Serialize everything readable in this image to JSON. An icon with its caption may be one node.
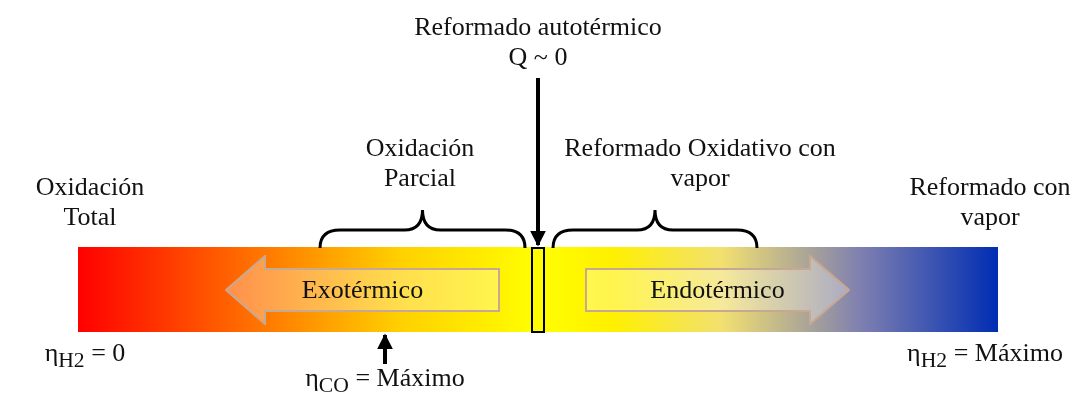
{
  "diagram": {
    "nodes": [
      {
        "text": [],
        "shape": "bar"
      },
      {
        "text": [
          "Exotérmico"
        ],
        "in": 0
      },
      {
        "text": [],
        "shape": "box",
        "in": 0
      },
      {
        "text": [
          "Endotérmico"
        ],
        "in": 0
      },
      {
        "text": [
          "Reformado autotérmico",
          "Q ~ 0"
        ]
      },
      {
        "text": [
          "η$_{CO}$ = Máximo"
        ]
      }
    ],
    "edges": [
      {
        "from": 4,
        "to": 2,
        "arrow": "to"
      },
      {
        "from": 5,
        "to": 0,
        "arrow": "to"
      }
    ],
    "labels": [
      "Oxidación Total",
      "Oxidación Parcial",
      "Reformado Oxidativo con vapor",
      "Reformado con vapor",
      "η$_{H2}$ = 0",
      "η$_{H2}$ = Máximo"
    ]
  }
}
